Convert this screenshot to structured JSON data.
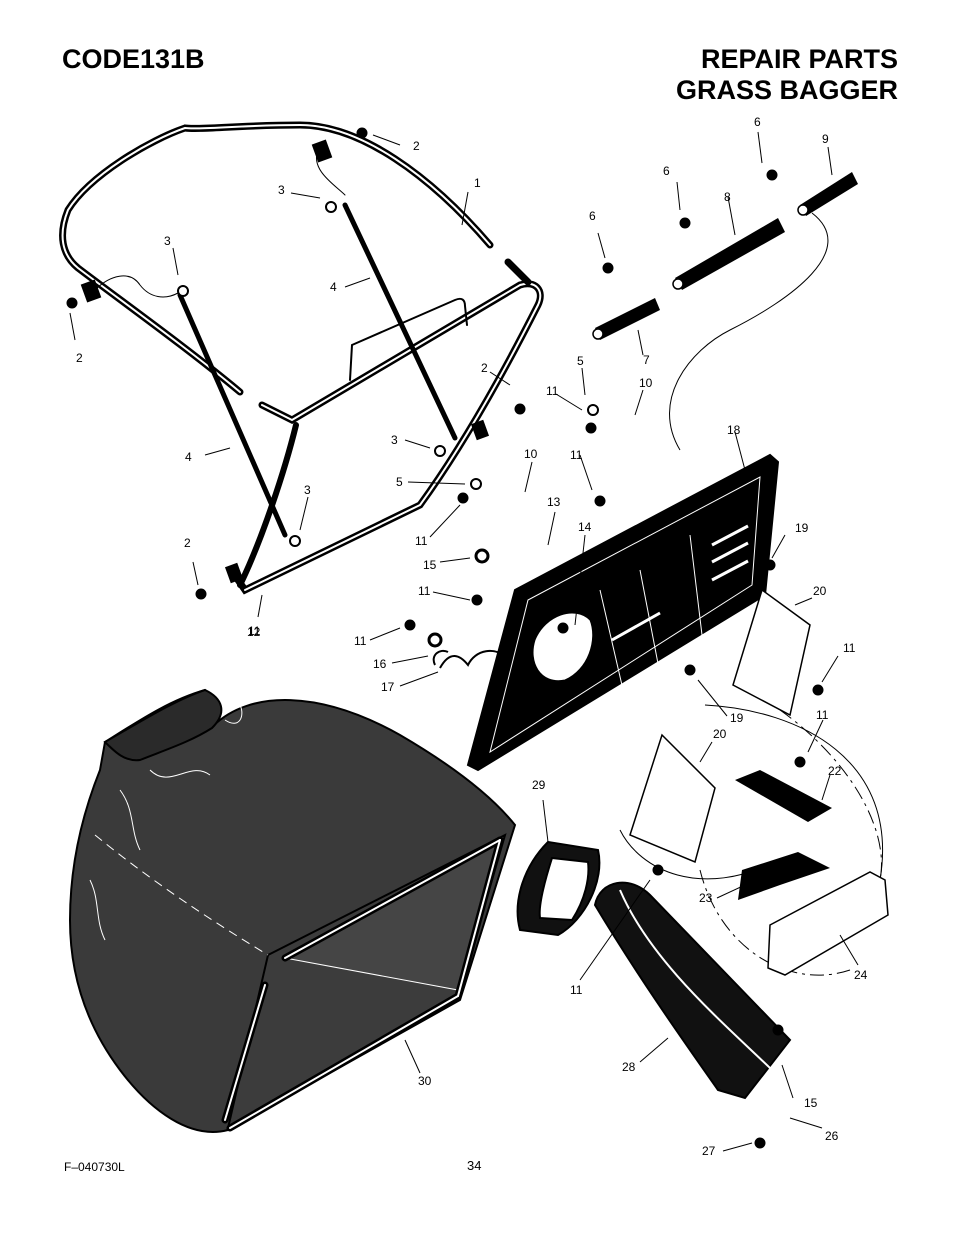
{
  "header": {
    "code": "CODE131B",
    "title_line1": "REPAIR PARTS",
    "title_line2": "GRASS BAGGER"
  },
  "footer": {
    "doc_code": "F–040730L",
    "page_number": "34"
  },
  "callouts": [
    {
      "num": "1"
    },
    {
      "num": "2"
    },
    {
      "num": "2"
    },
    {
      "num": "2"
    },
    {
      "num": "2"
    },
    {
      "num": "3"
    },
    {
      "num": "3"
    },
    {
      "num": "3"
    },
    {
      "num": "3"
    },
    {
      "num": "4"
    },
    {
      "num": "4"
    },
    {
      "num": "5"
    },
    {
      "num": "5"
    },
    {
      "num": "6"
    },
    {
      "num": "6"
    },
    {
      "num": "6"
    },
    {
      "num": "7"
    },
    {
      "num": "8"
    },
    {
      "num": "9"
    },
    {
      "num": "10"
    },
    {
      "num": "10"
    },
    {
      "num": "11"
    },
    {
      "num": "11"
    },
    {
      "num": "11"
    },
    {
      "num": "11"
    },
    {
      "num": "11"
    },
    {
      "num": "11"
    },
    {
      "num": "11"
    },
    {
      "num": "11"
    },
    {
      "num": "11"
    },
    {
      "num": "12"
    },
    {
      "num": "13"
    },
    {
      "num": "14"
    },
    {
      "num": "15"
    },
    {
      "num": "15"
    },
    {
      "num": "16"
    },
    {
      "num": "17"
    },
    {
      "num": "18"
    },
    {
      "num": "19"
    },
    {
      "num": "19"
    },
    {
      "num": "20"
    },
    {
      "num": "20"
    },
    {
      "num": "22"
    },
    {
      "num": "23"
    },
    {
      "num": "24"
    },
    {
      "num": "26"
    },
    {
      "num": "27"
    },
    {
      "num": "28"
    },
    {
      "num": "29"
    },
    {
      "num": "30"
    }
  ]
}
